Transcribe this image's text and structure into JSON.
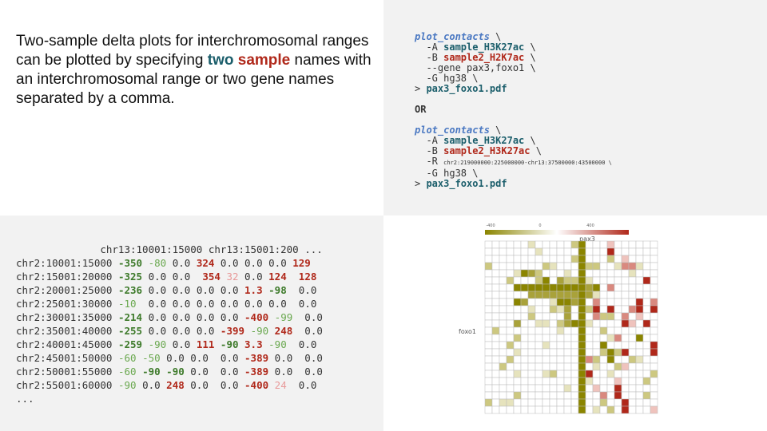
{
  "description": {
    "part1": "Two-sample delta plots for interchromosomal ranges can be plotted by specifying ",
    "two": "two",
    "sample": "sample",
    "part2": " names with an interchromosomal range or two  gene names separated by a comma."
  },
  "code": {
    "block1": {
      "fn": "plot_contacts",
      "cont": " \\",
      "line_a_flag": "  -A ",
      "line_a_val": "sample_H3K27ac",
      "line_a_cont": " \\",
      "line_b_flag": "  -B ",
      "line_b_val": "sample2_H2K7ac",
      "line_b_cont": " \\",
      "line_gene": "  --gene pax3,foxo1 \\",
      "line_g": "  -G hg38 \\",
      "out_prefix": "> ",
      "out": "pax3_foxo1.pdf"
    },
    "or_label": "OR",
    "block2": {
      "fn": "plot_contacts",
      "cont": " \\",
      "line_a_flag": "  -A ",
      "line_a_val": "sample_H3K27ac",
      "line_a_cont": " \\",
      "line_b_flag": "  -B ",
      "line_b_val": "sample2_H3K27ac",
      "line_b_cont": " \\",
      "line_r_flag": "  -R ",
      "line_r_val": "chr2:219000000:225000000-chr13:37500000:43500000 \\",
      "line_g": "  -G hg38 \\",
      "out_prefix": "> ",
      "out": "pax3_foxo1.pdf"
    }
  },
  "table": {
    "header": "              chr13:10001:15000 chr13:15001:200 ...",
    "rows": [
      {
        "label": "chr2:10001:15000",
        "cells": [
          [
            "-350",
            "ngs"
          ],
          [
            "-80",
            "ng"
          ],
          [
            "0.0",
            "z"
          ],
          [
            "324",
            "pz"
          ],
          [
            "0.0",
            "z"
          ],
          [
            "0.0",
            "z"
          ],
          [
            "0.0",
            "z"
          ],
          [
            "129",
            "pz"
          ]
        ]
      },
      {
        "label": "chr2:15001:20000",
        "cells": [
          [
            "-325",
            "ngs"
          ],
          [
            "0.0",
            "z"
          ],
          [
            "0.0",
            "z"
          ],
          [
            " 354",
            "pz"
          ],
          [
            "32",
            "pl"
          ],
          [
            "0.0",
            "z"
          ],
          [
            "124",
            "pz"
          ],
          [
            " 128",
            "pz"
          ]
        ]
      },
      {
        "label": "chr2:20001:25000",
        "cells": [
          [
            "-236",
            "ngs"
          ],
          [
            "0.0",
            "z"
          ],
          [
            "0.0",
            "z"
          ],
          [
            "0.0",
            "z"
          ],
          [
            "0.0",
            "z"
          ],
          [
            "1.3",
            "pz"
          ],
          [
            "-98",
            "ngs"
          ],
          [
            " 0.0",
            "z"
          ]
        ]
      },
      {
        "label": "chr2:25001:30000",
        "cells": [
          [
            "-10",
            "ng"
          ],
          [
            " 0.0",
            "z"
          ],
          [
            "0.0",
            "z"
          ],
          [
            "0.0",
            "z"
          ],
          [
            "0.0",
            "z"
          ],
          [
            "0.0",
            "z"
          ],
          [
            "0.0",
            "z"
          ],
          [
            " 0.0",
            "z"
          ]
        ]
      },
      {
        "label": "chr2:30001:35000",
        "cells": [
          [
            "-214",
            "ngs"
          ],
          [
            "0.0",
            "z"
          ],
          [
            "0.0",
            "z"
          ],
          [
            "0.0",
            "z"
          ],
          [
            "0.0",
            "z"
          ],
          [
            "-400",
            "pz"
          ],
          [
            "-99",
            "ng"
          ],
          [
            " 0.0",
            "z"
          ]
        ]
      },
      {
        "label": "chr2:35001:40000",
        "cells": [
          [
            "-255",
            "ngs"
          ],
          [
            "0.0",
            "z"
          ],
          [
            "0.0",
            "z"
          ],
          [
            "0.0",
            "z"
          ],
          [
            "-399",
            "pz"
          ],
          [
            "-90",
            "ng"
          ],
          [
            "248",
            "pz"
          ],
          [
            " 0.0",
            "z"
          ]
        ]
      },
      {
        "label": "chr2:40001:45000",
        "cells": [
          [
            "-259",
            "ngs"
          ],
          [
            "-90",
            "ng"
          ],
          [
            "0.0",
            "z"
          ],
          [
            "111",
            "pz"
          ],
          [
            "-90",
            "ngs"
          ],
          [
            "3.3",
            "pz"
          ],
          [
            "-90",
            "ng"
          ],
          [
            " 0.0",
            "z"
          ]
        ]
      },
      {
        "label": "chr2:45001:50000",
        "cells": [
          [
            "-60",
            "ng"
          ],
          [
            "-50",
            "ng"
          ],
          [
            "0.0",
            "z"
          ],
          [
            "0.0",
            "z"
          ],
          [
            " 0.0",
            "z"
          ],
          [
            "-389",
            "pz"
          ],
          [
            "0.0",
            "z"
          ],
          [
            " 0.0",
            "z"
          ]
        ]
      },
      {
        "label": "chr2:50001:55000",
        "cells": [
          [
            "-60",
            "ng"
          ],
          [
            "-90",
            "ngs"
          ],
          [
            "-90",
            "ngs"
          ],
          [
            "0.0",
            "z"
          ],
          [
            " 0.0",
            "z"
          ],
          [
            "-389",
            "pz"
          ],
          [
            "0.0",
            "z"
          ],
          [
            " 0.0",
            "z"
          ]
        ]
      },
      {
        "label": "chr2:55001:60000",
        "cells": [
          [
            "-90",
            "ng"
          ],
          [
            "0.0",
            "z"
          ],
          [
            "248",
            "pz"
          ],
          [
            "0.0",
            "z"
          ],
          [
            " 0.0",
            "z"
          ],
          [
            "-400",
            "pz"
          ],
          [
            "24",
            "pl"
          ],
          [
            " 0.0",
            "z"
          ]
        ]
      }
    ],
    "ellipsis": "..."
  },
  "heatmap": {
    "legend_ticks": [
      "-400",
      "0",
      "400"
    ],
    "col_label": "pax3",
    "row_label": "foxo1",
    "low_color": "#8b8500",
    "mid_color": "#ffffff",
    "high_color": "#b0281a"
  }
}
